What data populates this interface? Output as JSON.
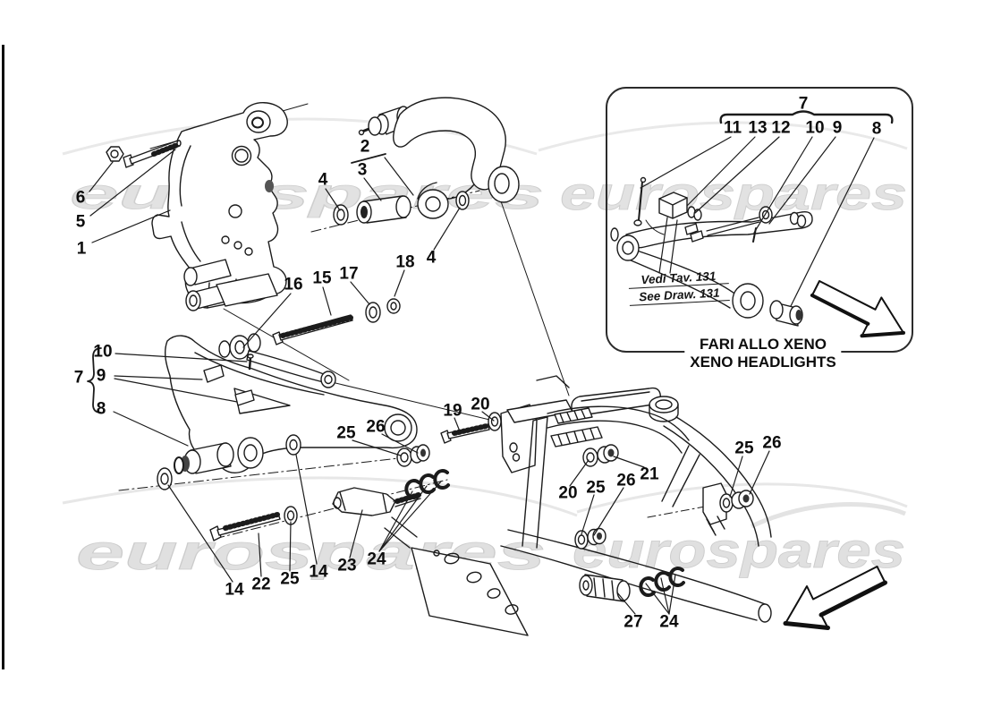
{
  "colors": {
    "line": "#1b1b1b",
    "watermark": "#d9d9d9",
    "background": "#ffffff"
  },
  "watermark": {
    "text": "eurospares"
  },
  "icons": {
    "inset_arrow": "thick-arrow-down-right-icon",
    "bottom_arrow": "thick-arrow-down-left-icon"
  },
  "main_callouts": [
    {
      "label": "6"
    },
    {
      "label": "5"
    },
    {
      "label": "1"
    },
    {
      "label": "2"
    },
    {
      "label": "3"
    },
    {
      "label": "4"
    },
    {
      "label": "4"
    },
    {
      "label": "18"
    },
    {
      "label": "17"
    },
    {
      "label": "15"
    },
    {
      "label": "16"
    },
    {
      "label": "7"
    },
    {
      "label": "10"
    },
    {
      "label": "9"
    },
    {
      "label": "8"
    },
    {
      "label": "25"
    },
    {
      "label": "26"
    },
    {
      "label": "19"
    },
    {
      "label": "20"
    },
    {
      "label": "20"
    },
    {
      "label": "25"
    },
    {
      "label": "26"
    },
    {
      "label": "21"
    },
    {
      "label": "25"
    },
    {
      "label": "26"
    },
    {
      "label": "14"
    },
    {
      "label": "22"
    },
    {
      "label": "25"
    },
    {
      "label": "14"
    },
    {
      "label": "23"
    },
    {
      "label": "24"
    },
    {
      "label": "27"
    },
    {
      "label": "24"
    }
  ],
  "inset": {
    "assembly_label": "7",
    "callouts": [
      {
        "label": "11"
      },
      {
        "label": "13"
      },
      {
        "label": "12"
      },
      {
        "label": "10"
      },
      {
        "label": "9"
      },
      {
        "label": "8"
      }
    ],
    "note": {
      "line1": "Vedi Tav. 131",
      "line2": "See Draw. 131"
    },
    "caption": {
      "line1": "FARI ALLO XENO",
      "line2": "XENO HEADLIGHTS"
    }
  }
}
